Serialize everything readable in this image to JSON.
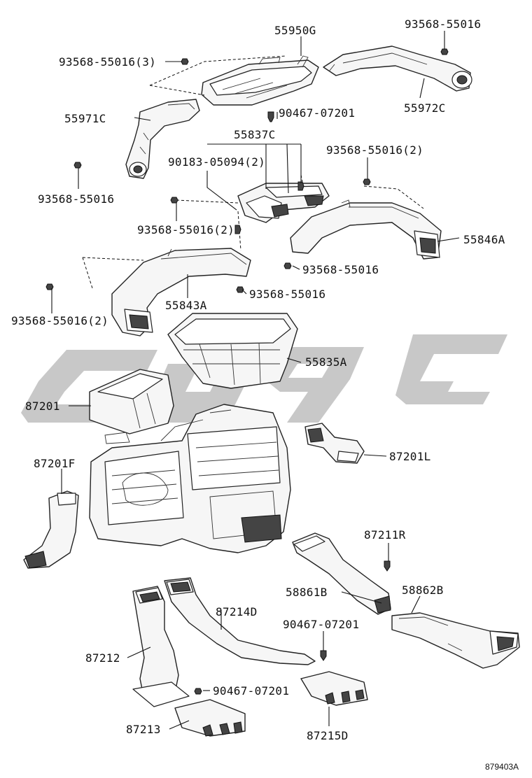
{
  "parts": {
    "p55950G": "55950G",
    "p93568_top_right": "93568-55016",
    "p93568_3": "93568-55016(3)",
    "p55972C": "55972C",
    "p55971C": "55971C",
    "p90467_top": "90467-07201",
    "p55837C": "55837C",
    "p90183": "90183-05094(2)",
    "p93568_2_right": "93568-55016(2)",
    "p93568_left": "93568-55016",
    "p93568_2_mid": "93568-55016(2)",
    "p55846A": "55846A",
    "p93568_mid_a": "93568-55016",
    "p93568_mid_b": "93568-55016",
    "p55843A": "55843A",
    "p93568_2_left": "93568-55016(2)",
    "p55835A": "55835A",
    "p87201": "87201",
    "p87201L": "87201L",
    "p87201F": "87201F",
    "p87211R": "87211R",
    "p58861B": "58861B",
    "p58862B": "58862B",
    "p87214D": "87214D",
    "p90467_mid": "90467-07201",
    "p87212": "87212",
    "p90467_bot": "90467-07201",
    "p87213": "87213",
    "p87215D": "87215D"
  },
  "footer": {
    "ref_code": "879403A"
  }
}
